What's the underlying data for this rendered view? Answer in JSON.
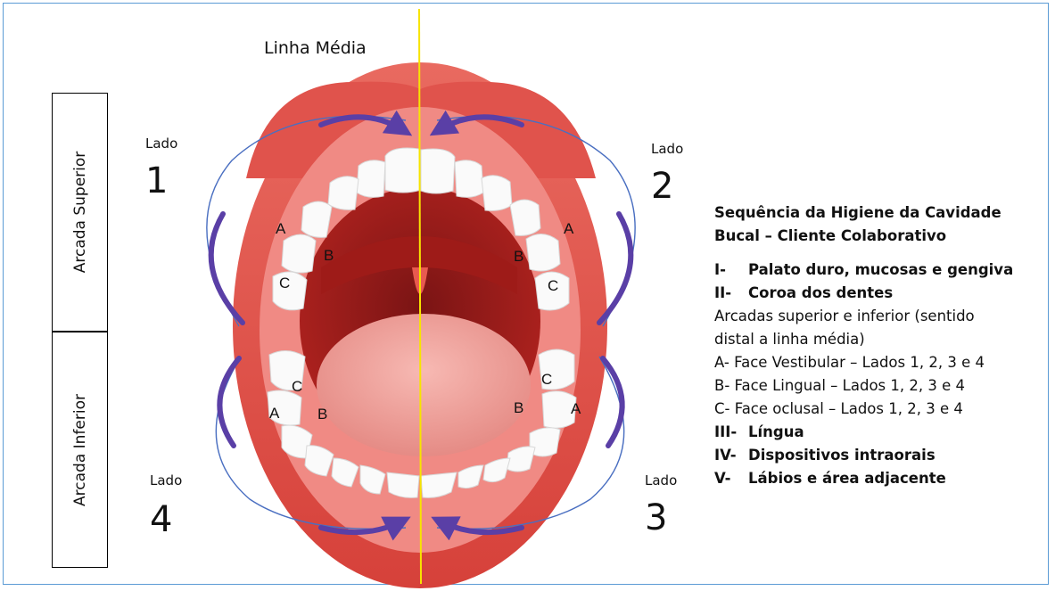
{
  "title": "Linha Média",
  "arcadas": {
    "superior": "Arcada Superior",
    "inferior": "Arcada Inferior"
  },
  "lados": [
    {
      "word": "Lado",
      "number": "1"
    },
    {
      "word": "Lado",
      "number": "2"
    },
    {
      "word": "Lado",
      "number": "3"
    },
    {
      "word": "Lado",
      "number": "4"
    }
  ],
  "tooth_letters": [
    "A",
    "B",
    "C"
  ],
  "legend": {
    "title_line1": "Sequência da Higiene da Cavidade",
    "title_line2": "Bucal – Cliente Colaborativo",
    "items": [
      {
        "roman": "I-",
        "text": "Palato duro, mucosas e gengiva",
        "bold": true
      },
      {
        "roman": "II-",
        "text": "Coroa dos dentes",
        "bold": true
      },
      {
        "roman": "",
        "text": "Arcadas superior e inferior (sentido",
        "bold": false
      },
      {
        "roman": "",
        "text": "distal a linha média)",
        "bold": false
      },
      {
        "roman": "",
        "text": "A- Face Vestibular – Lados 1, 2, 3 e 4",
        "bold": false
      },
      {
        "roman": "",
        "text": "B- Face Lingual – Lados 1, 2, 3 e 4",
        "bold": false
      },
      {
        "roman": "",
        "text": "C- Face oclusal – Lados 1, 2, 3 e 4",
        "bold": false
      },
      {
        "roman": "III-",
        "text": "Língua",
        "bold": true
      },
      {
        "roman": "IV-",
        "text": "Dispositivos intraorais",
        "bold": true
      },
      {
        "roman": "V-",
        "text": "Lábios e área adjacente",
        "bold": true
      }
    ]
  },
  "colors": {
    "midline": "#f7e400",
    "arrow": "#5a3fa6",
    "arc_line": "#4a6fc1",
    "lips": "#e0534c",
    "tongue": "#f4a8a2"
  }
}
